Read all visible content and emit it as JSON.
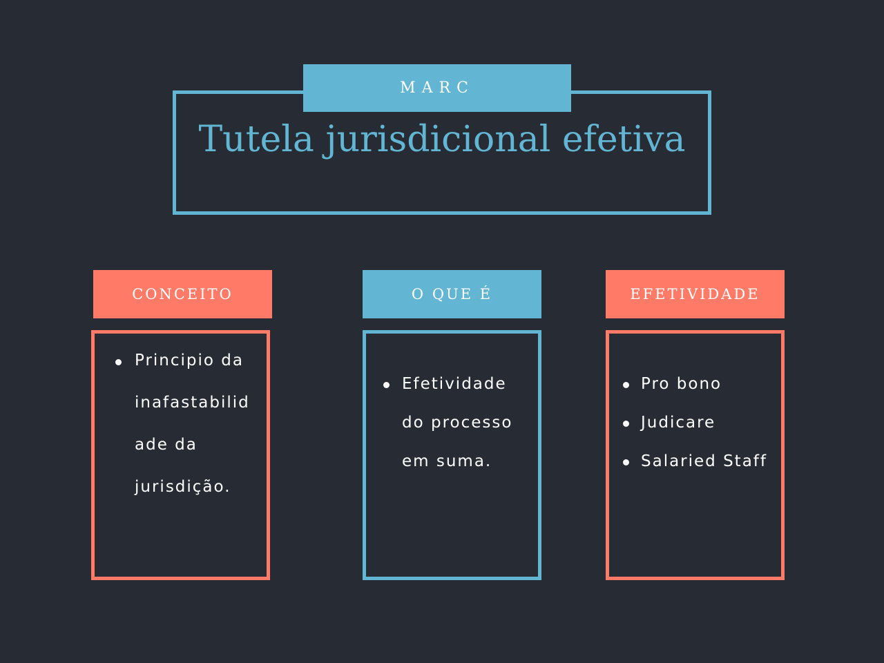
{
  "colors": {
    "background": "#272b33",
    "blue": "#62b6d4",
    "coral": "#ff7b68",
    "text": "#ffffff"
  },
  "header": {
    "label": "MARC",
    "title": "Tutela jurisdicional efetiva"
  },
  "columns": [
    {
      "heading": "CONCEITO",
      "color": "coral",
      "items": [
        "Principio da inafastabilid ade da jurisdição."
      ],
      "lines": [
        "Principio da",
        "inafastabilid",
        "ade da",
        "jurisdição."
      ]
    },
    {
      "heading": "O QUE É",
      "color": "blue",
      "items": [
        "Efetividade do processo em suma."
      ],
      "lines": [
        "Efetividade",
        "do processo",
        "em suma."
      ]
    },
    {
      "heading": "EFETIVIDADE",
      "color": "coral",
      "items": [
        "Pro bono",
        "Judicare",
        "Salaried Staff"
      ]
    }
  ]
}
